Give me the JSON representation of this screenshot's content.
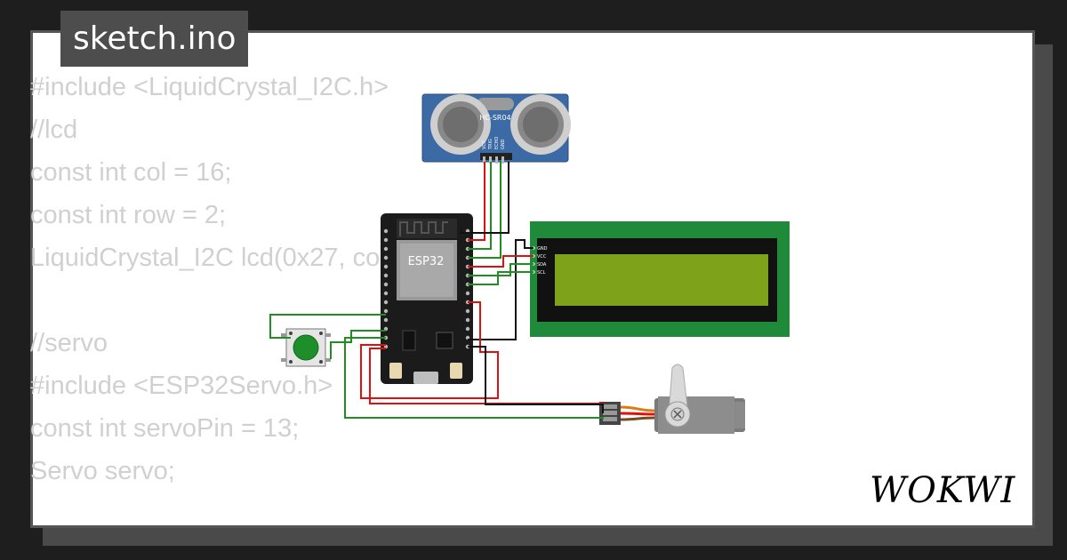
{
  "title": "sketch.ino",
  "code_lines": [
    "#include <LiquidCrystal_I2C.h>",
    "//lcd",
    "const int col = 16;",
    "const int row = 2;",
    "LiquidCrystal_I2C lcd(0x27, col, row);",
    "",
    "//servo",
    "#include <ESP32Servo.h>",
    "const int servoPin = 13;",
    "Servo servo;"
  ],
  "components": {
    "esp32_label": "ESP32",
    "ultrasonic_label": "HC-SR04",
    "ultrasonic_pins": [
      "VCC",
      "TRIG",
      "ECHO",
      "GND"
    ],
    "lcd_pins": [
      "GND",
      "VCC",
      "SDA",
      "SCL"
    ]
  },
  "logo_text": "WOKWI",
  "colors": {
    "background": "#1e1e1e",
    "card": "#ffffff",
    "code_text": "#d0d0d0",
    "wire_red": "#e01010",
    "wire_green": "#1f8f1f",
    "wire_black": "#111111",
    "lcd_board": "#1f8a3a",
    "lcd_screen": "#7ea31a",
    "sensor_board": "#3c6aa5",
    "button_cap": "#1e8e2a"
  }
}
